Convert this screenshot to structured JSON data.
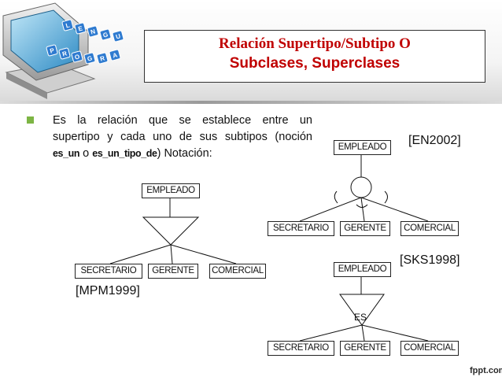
{
  "title": {
    "line1": "Relación Supertipo/Subtipo O",
    "line2": "Subclases, Superclases"
  },
  "body": {
    "line1": "Es la relación que se establece entre un",
    "line2": "supertipo y cada uno de sus subtipos (noción",
    "line3_term1": "es_un",
    "line3_connector": " o ",
    "line3_term2": "es_un_tipo_de",
    "line3_rest": ") Notación:"
  },
  "refs": {
    "en": "[EN2002]",
    "sks": "[SKS1998]",
    "mpm": "[MPM1999]"
  },
  "diagram_mpm": {
    "super": "EMPLEADO",
    "subs": [
      "SECRETARIO",
      "GERENTE",
      "COMERCIAL"
    ]
  },
  "diagram_en": {
    "super": "EMPLEADO",
    "subs": [
      "SECRETARIO",
      "GERENTE",
      "COMERCIAL"
    ]
  },
  "diagram_sks": {
    "super": "EMPLEADO",
    "label": "ES",
    "subs": [
      "SECRETARIO",
      "GERENTE",
      "COMERCIAL"
    ]
  },
  "logo_letters_top": [
    "L",
    "E",
    "N",
    "G",
    "U"
  ],
  "logo_letters_bottom": [
    "P",
    "R",
    "O",
    "G",
    "R",
    "A"
  ],
  "footer": "fppt.com",
  "colors": {
    "title": "#c00000",
    "bullet": "#7db544",
    "logo_screen": "#4fa8d8"
  }
}
